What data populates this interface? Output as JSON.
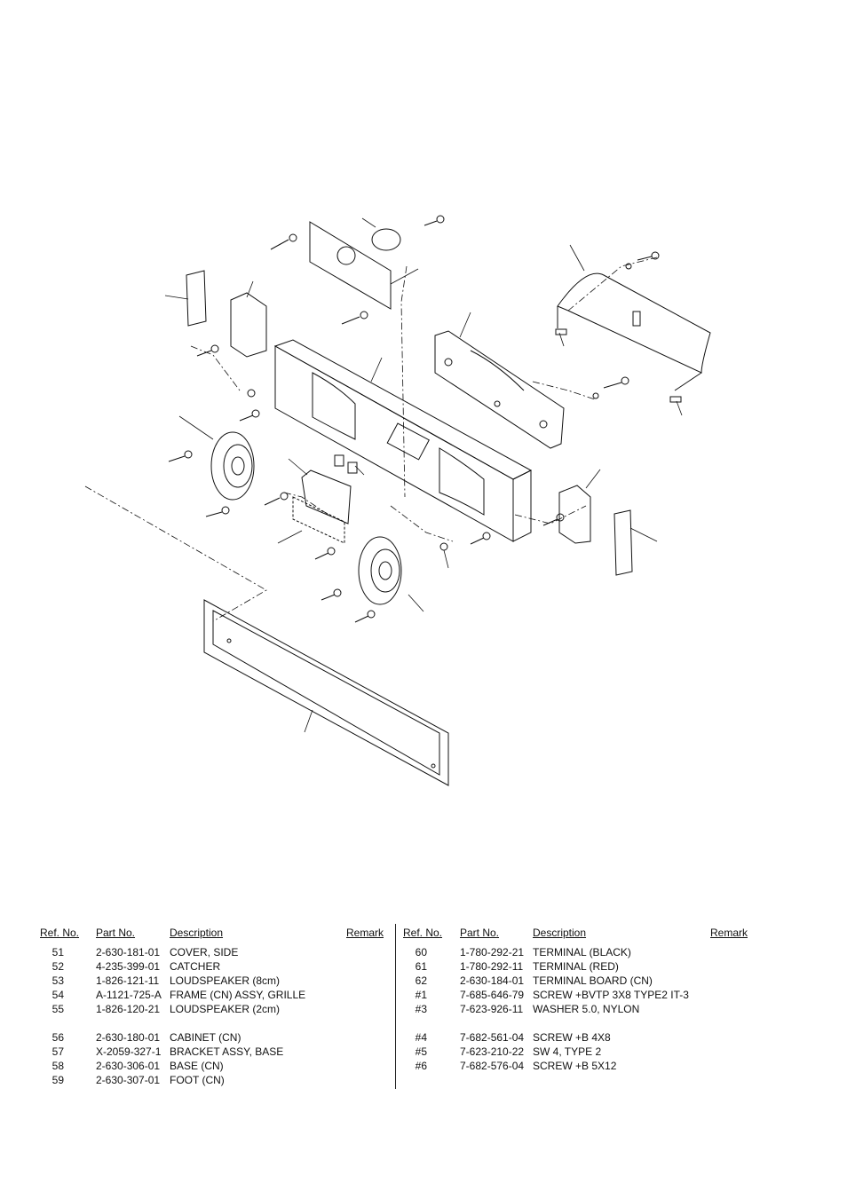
{
  "table": {
    "headers": {
      "ref": "Ref. No.",
      "part": "Part No.",
      "description": "Description",
      "remark": "Remark"
    },
    "left_rows": [
      {
        "ref": "51",
        "part": "2-630-181-01",
        "desc": "COVER, SIDE"
      },
      {
        "ref": "52",
        "part": "4-235-399-01",
        "desc": "CATCHER"
      },
      {
        "ref": "53",
        "part": "1-826-121-11",
        "desc": "LOUDSPEAKER (8cm)"
      },
      {
        "ref": "54",
        "part": "A-1121-725-A",
        "desc": "FRAME (CN) ASSY, GRILLE"
      },
      {
        "ref": "55",
        "part": "1-826-120-21",
        "desc": "LOUDSPEAKER (2cm)"
      },
      {
        "ref": "56",
        "part": "2-630-180-01",
        "desc": "CABINET (CN)"
      },
      {
        "ref": "57",
        "part": "X-2059-327-1",
        "desc": "BRACKET ASSY, BASE"
      },
      {
        "ref": "58",
        "part": "2-630-306-01",
        "desc": "BASE (CN)"
      },
      {
        "ref": "59",
        "part": "2-630-307-01",
        "desc": "FOOT (CN)"
      }
    ],
    "right_rows": [
      {
        "ref": "60",
        "part": "1-780-292-21",
        "desc": "TERMINAL (BLACK)"
      },
      {
        "ref": "61",
        "part": "1-780-292-11",
        "desc": "TERMINAL (RED)"
      },
      {
        "ref": "62",
        "part": "2-630-184-01",
        "desc": "TERMINAL BOARD (CN)"
      },
      {
        "ref": "#1",
        "part": "7-685-646-79",
        "desc": "SCREW +BVTP 3X8 TYPE2 IT-3"
      },
      {
        "ref": "#3",
        "part": "7-623-926-11",
        "desc": "WASHER 5.0, NYLON"
      },
      {
        "ref": "#4",
        "part": "7-682-561-04",
        "desc": "SCREW +B 4X8"
      },
      {
        "ref": "#5",
        "part": "7-623-210-22",
        "desc": "SW 4, TYPE 2"
      },
      {
        "ref": "#6",
        "part": "7-682-576-04",
        "desc": "SCREW +B 5X12"
      }
    ]
  }
}
